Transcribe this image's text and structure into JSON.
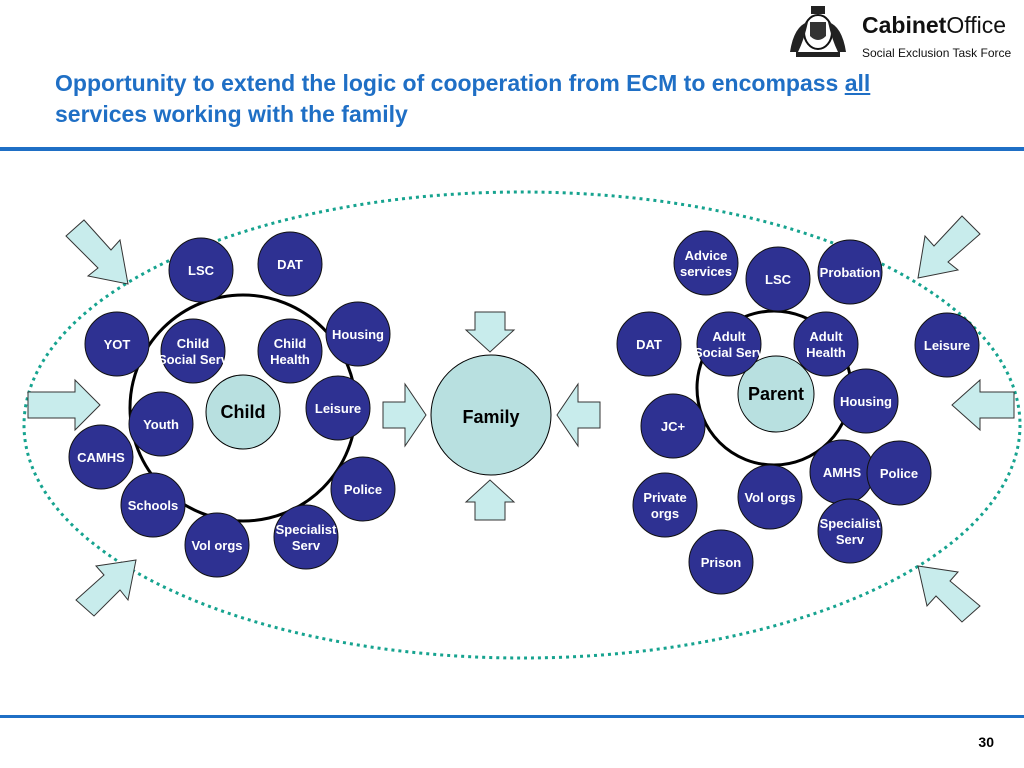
{
  "header": {
    "title_part1": "Opportunity to extend the logic of cooperation from ECM to encompass ",
    "title_underlined": "all",
    "title_part2": " services working with the family"
  },
  "logo": {
    "brand_bold": "Cabinet",
    "brand_regular": "Office",
    "subtitle": "Social Exclusion Task Force",
    "crest_icon": "royal-coat-of-arms-icon"
  },
  "colors": {
    "accent": "#1f6fc5",
    "node_fill": "#2e3192",
    "hub_fill": "#b8e0e0",
    "arrow_fill": "#c8ecec",
    "dotted_ellipse": "#16a38f"
  },
  "diagram": {
    "family": "Family",
    "child_hub": "Child",
    "parent_hub": "Parent",
    "child_nodes": [
      {
        "id": "lsc",
        "lines": [
          "LSC"
        ]
      },
      {
        "id": "dat",
        "lines": [
          "DAT"
        ]
      },
      {
        "id": "housing",
        "lines": [
          "Housing"
        ]
      },
      {
        "id": "yot",
        "lines": [
          "YOT"
        ]
      },
      {
        "id": "child-social-serv",
        "lines": [
          "Child",
          "Social Serv"
        ]
      },
      {
        "id": "child-health",
        "lines": [
          "Child",
          "Health"
        ]
      },
      {
        "id": "leisure",
        "lines": [
          "Leisure"
        ]
      },
      {
        "id": "youth",
        "lines": [
          "Youth"
        ]
      },
      {
        "id": "camhs",
        "lines": [
          "CAMHS"
        ]
      },
      {
        "id": "police",
        "lines": [
          "Police"
        ]
      },
      {
        "id": "schools",
        "lines": [
          "Schools"
        ]
      },
      {
        "id": "specialist-serv",
        "lines": [
          "Specialist",
          "Serv"
        ]
      },
      {
        "id": "vol-orgs",
        "lines": [
          "Vol orgs"
        ]
      }
    ],
    "parent_nodes": [
      {
        "id": "advice-services",
        "lines": [
          "Advice",
          "services"
        ]
      },
      {
        "id": "lsc",
        "lines": [
          "LSC"
        ]
      },
      {
        "id": "probation",
        "lines": [
          "Probation"
        ]
      },
      {
        "id": "dat",
        "lines": [
          "DAT"
        ]
      },
      {
        "id": "adult-social-serv",
        "lines": [
          "Adult",
          "Social Serv"
        ]
      },
      {
        "id": "adult-health",
        "lines": [
          "Adult",
          "Health"
        ]
      },
      {
        "id": "leisure",
        "lines": [
          "Leisure"
        ]
      },
      {
        "id": "housing",
        "lines": [
          "Housing"
        ]
      },
      {
        "id": "jc-plus",
        "lines": [
          "JC+"
        ]
      },
      {
        "id": "amhs",
        "lines": [
          "AMHS"
        ]
      },
      {
        "id": "police",
        "lines": [
          "Police"
        ]
      },
      {
        "id": "vol-orgs",
        "lines": [
          "Vol orgs"
        ]
      },
      {
        "id": "private-orgs",
        "lines": [
          "Private",
          "orgs"
        ]
      },
      {
        "id": "specialist-serv",
        "lines": [
          "Specialist",
          "Serv"
        ]
      },
      {
        "id": "prison",
        "lines": [
          "Prison"
        ]
      }
    ]
  },
  "footer": {
    "page_number": "30"
  }
}
